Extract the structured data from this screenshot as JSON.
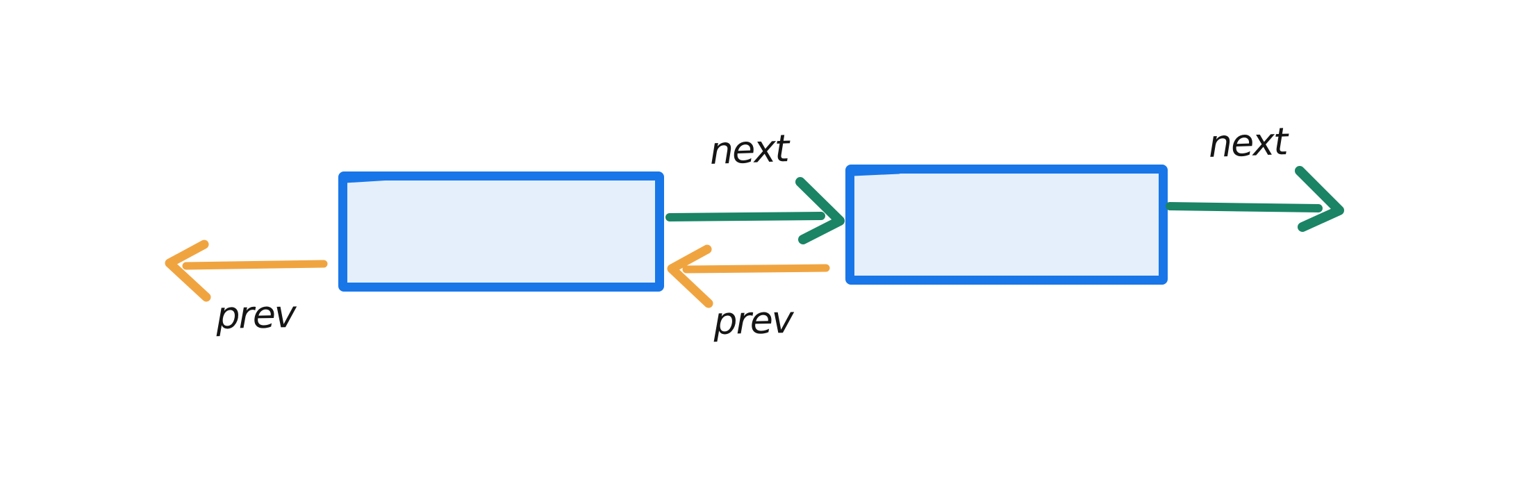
{
  "diagram": {
    "type": "doubly-linked-list",
    "nodes": [
      {
        "id": "node-1",
        "text": ""
      },
      {
        "id": "node-2",
        "text": ""
      }
    ],
    "arrows": [
      {
        "id": "prev-from-node-1",
        "label": "prev",
        "direction": "left",
        "role": "prev"
      },
      {
        "id": "next-node-1-to-node-2",
        "label": "next",
        "direction": "right",
        "role": "next"
      },
      {
        "id": "prev-node-2-to-node-1",
        "label": "prev",
        "direction": "left",
        "role": "prev"
      },
      {
        "id": "next-from-node-2",
        "label": "next",
        "direction": "right",
        "role": "next"
      }
    ]
  },
  "colors": {
    "background": "#ffffff",
    "node_border": "#1876e8",
    "node_fill": "#e5effc",
    "next_arrow": "#1a8465",
    "prev_arrow": "#f0a440",
    "label_text": "#151515"
  }
}
